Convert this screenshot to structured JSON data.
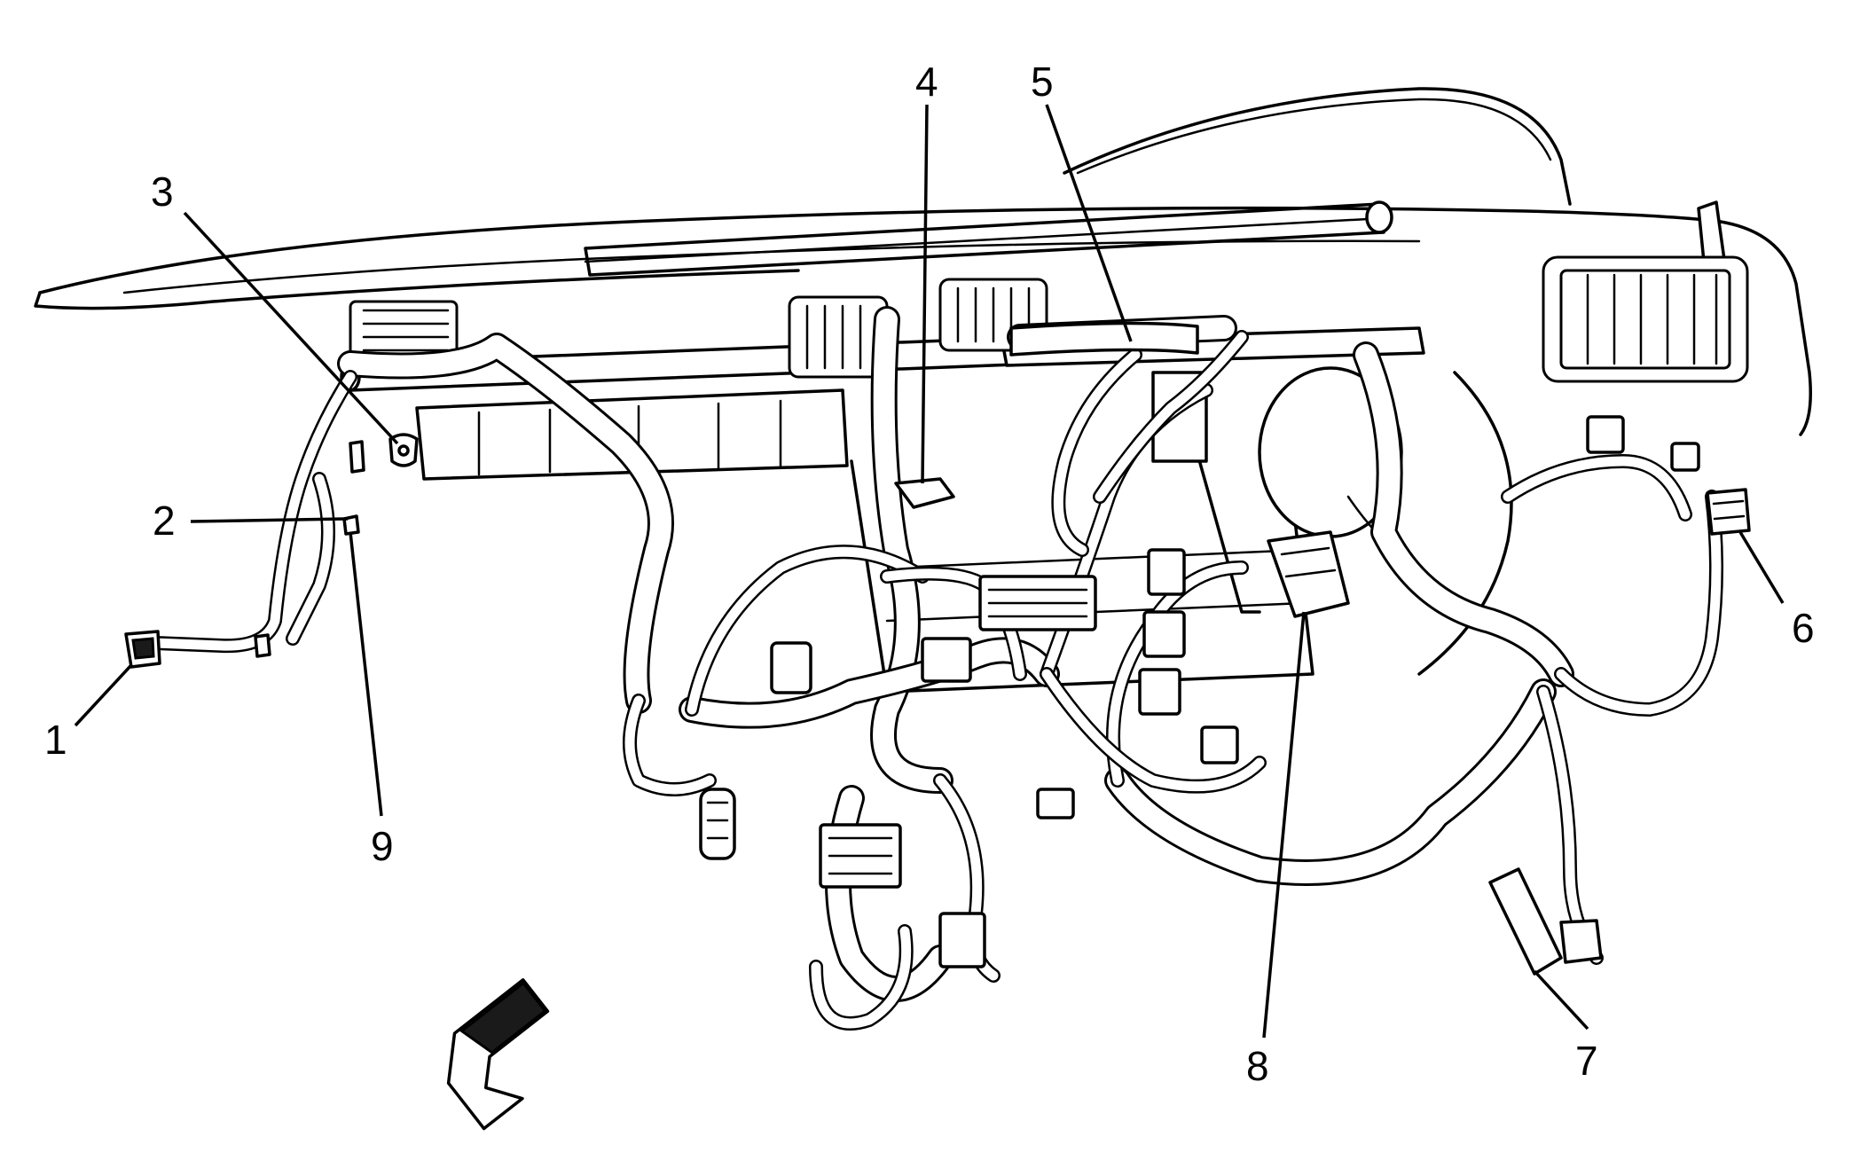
{
  "diagram": {
    "callouts": [
      {
        "id": "1",
        "label": "1"
      },
      {
        "id": "2",
        "label": "2"
      },
      {
        "id": "3",
        "label": "3"
      },
      {
        "id": "4",
        "label": "4"
      },
      {
        "id": "5",
        "label": "5"
      },
      {
        "id": "6",
        "label": "6"
      },
      {
        "id": "7",
        "label": "7"
      },
      {
        "id": "8",
        "label": "8"
      },
      {
        "id": "9",
        "label": "9"
      }
    ],
    "direction_arrow": "front-arrow-icon"
  }
}
